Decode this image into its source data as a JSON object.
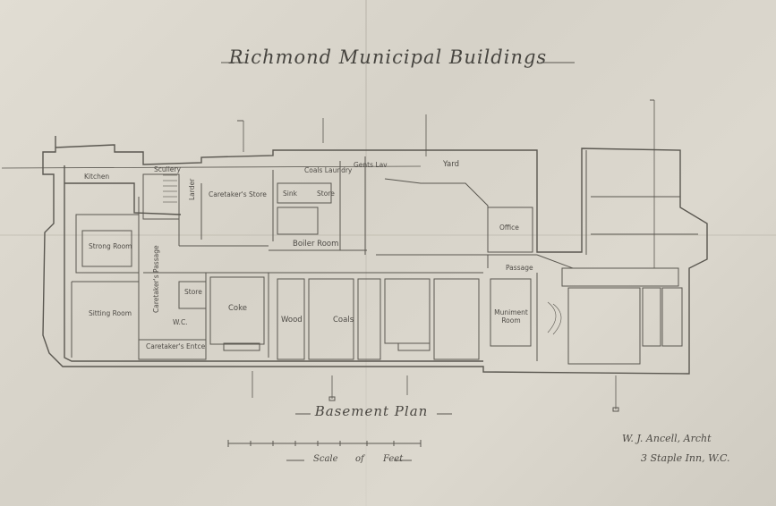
{
  "drawing": {
    "title": "Richmond Municipal Buildings",
    "subtitle": "Basement Plan",
    "scale": {
      "words": [
        "Scale",
        "of",
        "Feet"
      ]
    },
    "architect": "W. J. Ancell, Archt",
    "address": "3 Staple Inn, W.C."
  },
  "rooms": [
    {
      "key": "kitchen",
      "label": "Kitchen"
    },
    {
      "key": "scullery",
      "label": "Scullery"
    },
    {
      "key": "larder",
      "label": "Larder"
    },
    {
      "key": "caretakers-store",
      "label": "Caretaker's Store"
    },
    {
      "key": "coals-laundry",
      "label": "Coals Laundry"
    },
    {
      "key": "yard",
      "label": "Yard"
    },
    {
      "key": "gents-lav",
      "label": "Gents Lav"
    },
    {
      "key": "sink",
      "label": "Sink"
    },
    {
      "key": "store-upper",
      "label": "Store"
    },
    {
      "key": "strong-room",
      "label": "Strong Room"
    },
    {
      "key": "caretakers-passage",
      "label": "Caretaker's Passage"
    },
    {
      "key": "boiler-room",
      "label": "Boiler Room"
    },
    {
      "key": "office",
      "label": "Office"
    },
    {
      "key": "passage",
      "label": "Passage"
    },
    {
      "key": "sitting-room",
      "label": "Sitting Room"
    },
    {
      "key": "store-lower",
      "label": "Store"
    },
    {
      "key": "wc",
      "label": "W.C."
    },
    {
      "key": "coke",
      "label": "Coke"
    },
    {
      "key": "wood",
      "label": "Wood"
    },
    {
      "key": "coals",
      "label": "Coals"
    },
    {
      "key": "muniment-room",
      "label": "Muniment Room"
    },
    {
      "key": "caretakers-entrance",
      "label": "Caretaker's Entce"
    }
  ]
}
